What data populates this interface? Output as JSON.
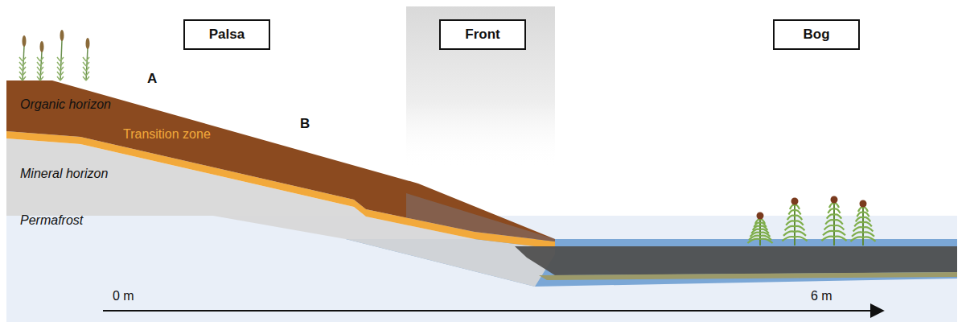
{
  "diagram": {
    "nodes": [
      {
        "text": [
          "Palsa"
        ]
      },
      {
        "text": [
          "Front"
        ]
      },
      {
        "text": [
          "Bog"
        ]
      }
    ],
    "labels": [
      "A",
      "B",
      "Organic horizon",
      "Transition zone",
      "Mineral horizon",
      "Permafrost",
      "0 m",
      "6 m"
    ]
  }
}
